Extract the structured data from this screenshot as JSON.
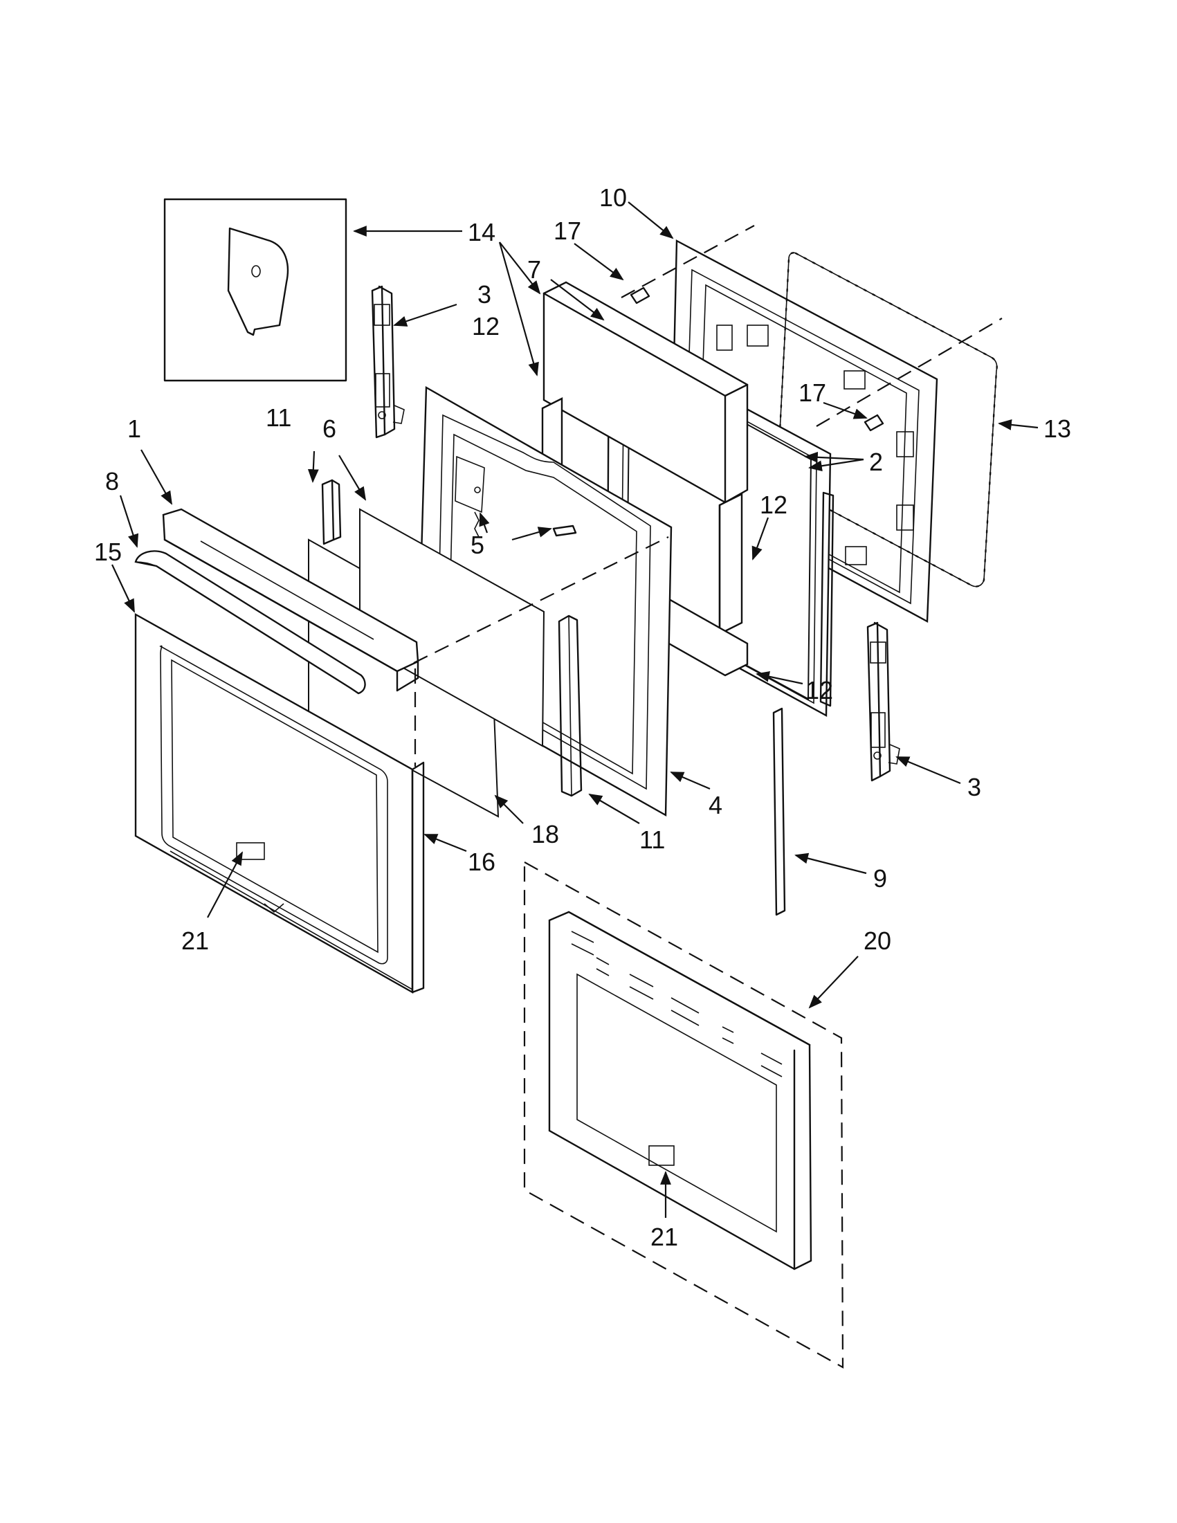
{
  "callouts": {
    "c1": "1",
    "c2": "2",
    "c3a": "3",
    "c3b": "3",
    "c4": "4",
    "c5": "5",
    "c6": "6",
    "c7": "7",
    "c8": "8",
    "c9": "9",
    "c10": "10",
    "c11a": "11",
    "c11b": "11",
    "c12a": "12",
    "c12b": "12",
    "c12c": "12",
    "c13": "13",
    "c14": "14",
    "c15": "15",
    "c16": "16",
    "c17a": "17",
    "c17b": "17",
    "c18": "18",
    "c20": "20",
    "c21a": "21",
    "c21b": "21"
  }
}
